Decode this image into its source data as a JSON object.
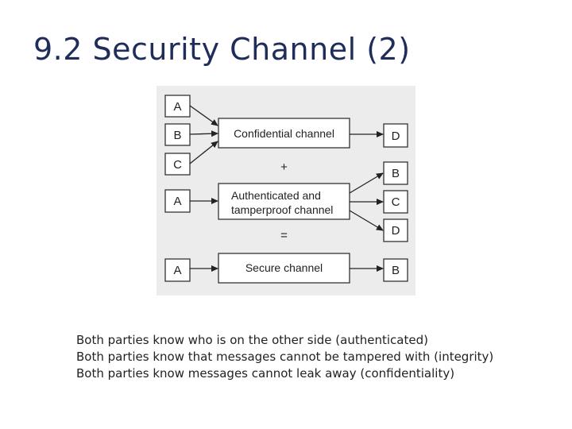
{
  "slide": {
    "title": "9.2 Security Channel (2)"
  },
  "diagram": {
    "row1": {
      "senders": [
        "A",
        "B",
        "C"
      ],
      "channel": "Confidential channel",
      "receivers": [
        "D"
      ]
    },
    "plus": "+",
    "row2": {
      "senders": [
        "A"
      ],
      "channel_lines": [
        "Authenticated and",
        "tamperproof channel"
      ],
      "receivers": [
        "B",
        "C",
        "D"
      ]
    },
    "equals": "=",
    "row3": {
      "senders": [
        "A"
      ],
      "channel": "Secure channel",
      "receivers": [
        "B"
      ]
    },
    "colors": {
      "panel": "#ececec",
      "box_border": "#333333",
      "title": "#1f2d5a"
    }
  },
  "bullets": [
    "Both parties know who is on the other side (authenticated)",
    "Both parties know that messages cannot be tampered with (integrity)",
    "Both parties know messages cannot leak away (confidentiality)"
  ]
}
